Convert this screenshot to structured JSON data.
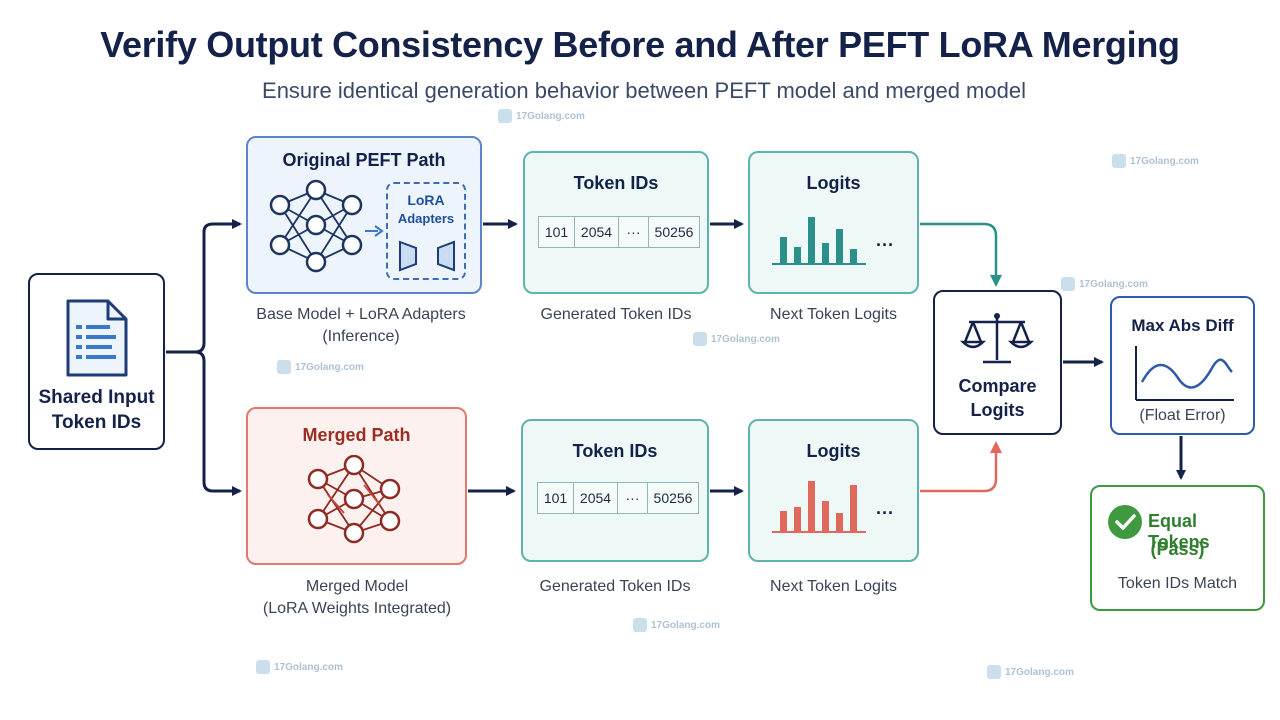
{
  "header": {
    "title": "Verify Output Consistency Before and After PEFT LoRA Merging",
    "subtitle": "Ensure identical generation behavior between PEFT model and merged model"
  },
  "input": {
    "title_line1": "Shared Input",
    "title_line2": "Token IDs",
    "icon": "document-icon"
  },
  "peft_path": {
    "title": "Original PEFT Path",
    "adapters_line1": "LoRA",
    "adapters_line2": "Adapters",
    "caption_line1": "Base Model + LoRA Adapters",
    "caption_line2": "(Inference)",
    "tokens_title": "Token IDs",
    "tokens": [
      "101",
      "2054",
      "···",
      "50256"
    ],
    "tokens_caption": "Generated Token IDs",
    "logits_title": "Logits",
    "logits_caption": "Next Token Logits",
    "color": "#2b8f8a"
  },
  "merged_path": {
    "title": "Merged Path",
    "caption_line1": "Merged Model",
    "caption_line2": "(LoRA Weights Integrated)",
    "tokens_title": "Token IDs",
    "tokens": [
      "101",
      "2054",
      "···",
      "50256"
    ],
    "tokens_caption": "Generated Token IDs",
    "logits_title": "Logits",
    "logits_caption": "Next Token Logits",
    "color": "#e0695c"
  },
  "compare": {
    "title_line1": "Compare",
    "title_line2": "Logits",
    "icon": "scales-icon"
  },
  "max_abs_diff": {
    "title": "Max Abs Diff",
    "caption": "(Float Error)"
  },
  "result": {
    "title_line1": "Equal Tokens",
    "title_line2": "(Pass)",
    "caption": "Token IDs Match",
    "icon": "check-circle-icon",
    "color": "#3f9a3f"
  },
  "ellipsis": "···",
  "watermark": "17Golang.com",
  "colors": {
    "navy": "#14224a",
    "peft_border": "#5b86c8",
    "merged_border": "#e07a6e",
    "teal_border": "#5fb3ae",
    "green": "#3f9a3f"
  }
}
